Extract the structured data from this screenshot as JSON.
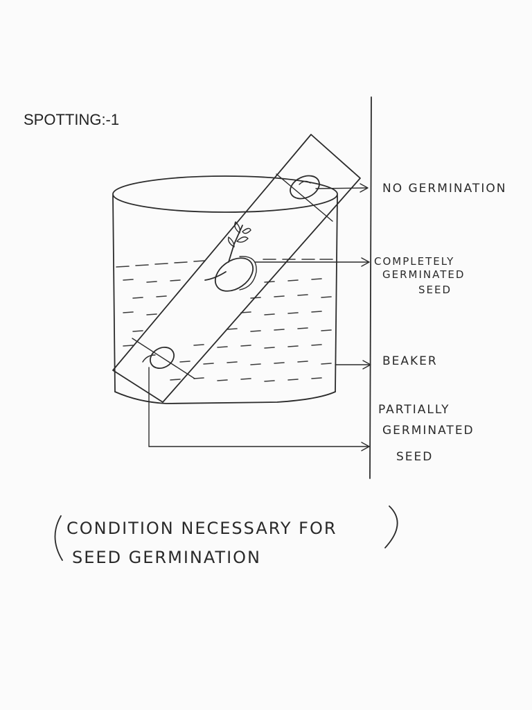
{
  "title": "SPOTTING:-1",
  "labels": {
    "no_germination": "NO GERMINATION",
    "completely_germinated": [
      "COMPLETELY",
      "GERMINATED",
      "SEED"
    ],
    "beaker": "BEAKER",
    "partially_germinated": [
      "PARTIALLY",
      "GERMINATED",
      "SEED"
    ]
  },
  "caption": {
    "line1": "CONDITION NECESSARY FOR",
    "line2": "SEED GERMINATION"
  }
}
